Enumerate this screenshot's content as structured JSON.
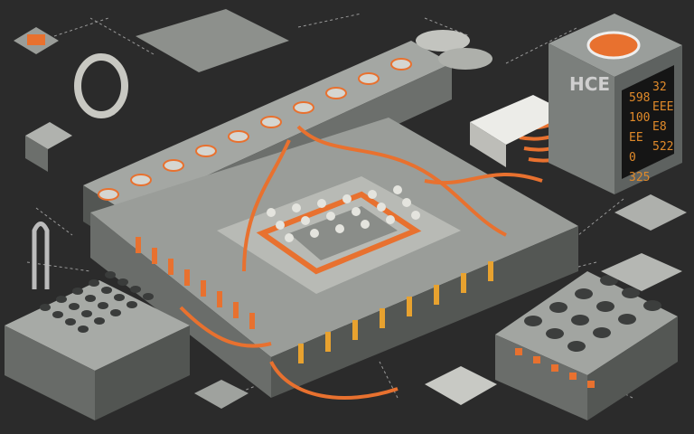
{
  "illustration": {
    "cabinet_label": "HCE",
    "display_readouts": [
      "598",
      "32",
      "100",
      "EEE",
      "EE",
      "E8",
      "0",
      "522",
      "325"
    ],
    "colors": {
      "background": "#2b2b2b",
      "metal": "#8e918e",
      "metal_dark": "#5d605e",
      "accent": "#e8712f",
      "light": "#d9dbd6"
    }
  }
}
